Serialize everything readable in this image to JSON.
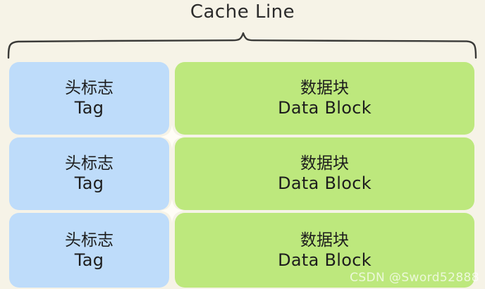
{
  "diagram": {
    "title": "Cache Line",
    "brace": {
      "icon": "curly-brace-horizontal",
      "label": "Cache Line"
    },
    "columns": [
      {
        "key": "tag",
        "color": "#bedcfa"
      },
      {
        "key": "data",
        "color": "#bde87d"
      }
    ],
    "rows": [
      {
        "tag": {
          "cn": "头标志",
          "en": "Tag"
        },
        "data": {
          "cn": "数据块",
          "en": "Data Block"
        }
      },
      {
        "tag": {
          "cn": "头标志",
          "en": "Tag"
        },
        "data": {
          "cn": "数据块",
          "en": "Data Block"
        }
      },
      {
        "tag": {
          "cn": "头标志",
          "en": "Tag"
        },
        "data": {
          "cn": "数据块",
          "en": "Data Block"
        }
      }
    ],
    "decorations": [
      {
        "icon": "sparkle-four-point",
        "color": "#ffffff"
      },
      {
        "icon": "sparkle-four-point",
        "color": "#ffffff"
      }
    ],
    "colors": {
      "background": "#f6f3e7",
      "tag_box": "#bedcfa",
      "data_box": "#bde87d",
      "text": "#1d1d1d",
      "brace": "#3a3a38",
      "watermark": "#ffffff"
    }
  },
  "watermark": {
    "text": "CSDN @Sword52888"
  }
}
